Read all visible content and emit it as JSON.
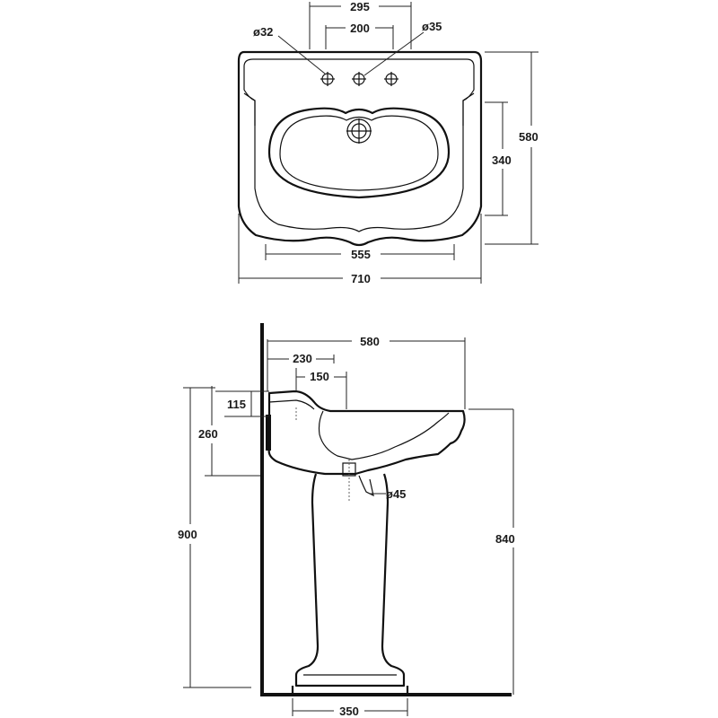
{
  "top_view": {
    "dims": {
      "tap_span": "295",
      "hole_spacing": "200",
      "hole_small": "ø32",
      "hole_large": "ø35",
      "depth": "580",
      "bowl_depth": "340",
      "inner_width": "555",
      "overall_width": "710"
    }
  },
  "side_view": {
    "dims": {
      "depth": "580",
      "offset_230": "230",
      "offset_150": "150",
      "fix_115": "115",
      "fix_260": "260",
      "waste": "ø45",
      "total_height": "900",
      "rim_height": "840",
      "pedestal_base": "350"
    }
  }
}
